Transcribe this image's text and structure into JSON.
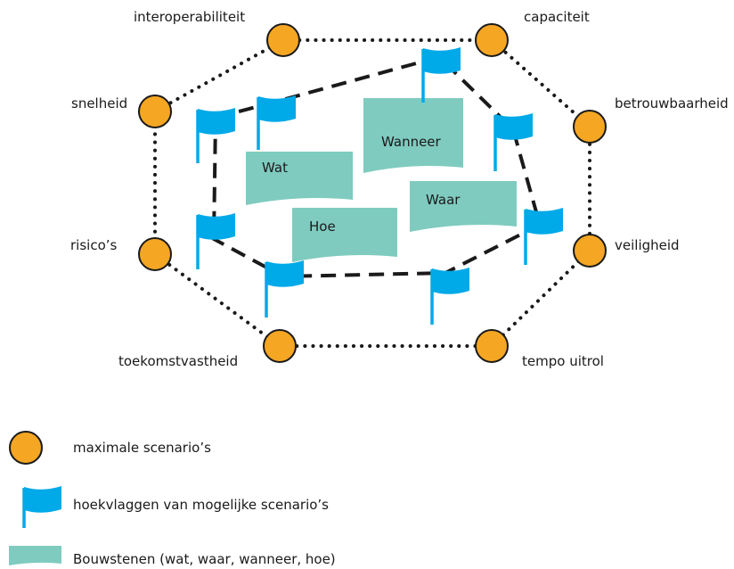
{
  "colors": {
    "node_fill": "#f5a623",
    "flag": "#00a9e8",
    "block": "#7fcbc0",
    "line": "#1a1a1a"
  },
  "nodes": {
    "interoperabiliteit": "interoperabiliteit",
    "capaciteit": "capaciteit",
    "betrouwbaarheid": "betrouwbaarheid",
    "veiligheid": "veiligheid",
    "tempo_uitrol": "tempo uitrol",
    "toekomstvastheid": "toekomstvastheid",
    "risicos": "risico’s",
    "snelheid": "snelheid"
  },
  "blocks": {
    "wat": "Wat",
    "wanneer": "Wanneer",
    "waar": "Waar",
    "hoe": "Hoe"
  },
  "legend": {
    "max_scenarios": "maximale scenario’s",
    "hoekvlaggen": "hoekvlaggen van mogelijke scenario’s",
    "bouwstenen": "Bouwstenen (wat, waar, wanneer, hoe)"
  }
}
